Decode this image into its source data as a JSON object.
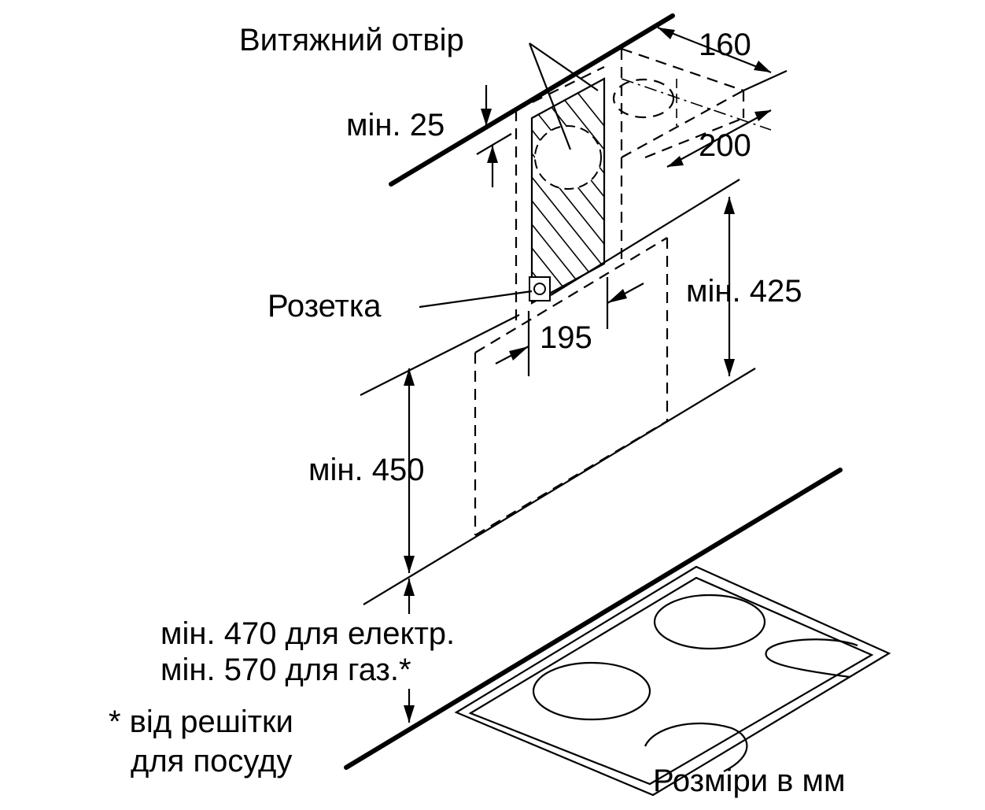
{
  "labels": {
    "exhaust_opening": "Витяжний отвір",
    "dim_160": "160",
    "dim_200": "200",
    "min_25": "мін. 25",
    "socket": "Розетка",
    "min_425": "мін. 425",
    "dim_195": "195",
    "min_450": "мін. 450",
    "min_470": "мін. 470 для електр.",
    "min_570": "мін. 570 для газ.*",
    "footnote_line1": "* від решітки",
    "footnote_line2": "для посуду",
    "units_note": "Розміри в мм"
  }
}
